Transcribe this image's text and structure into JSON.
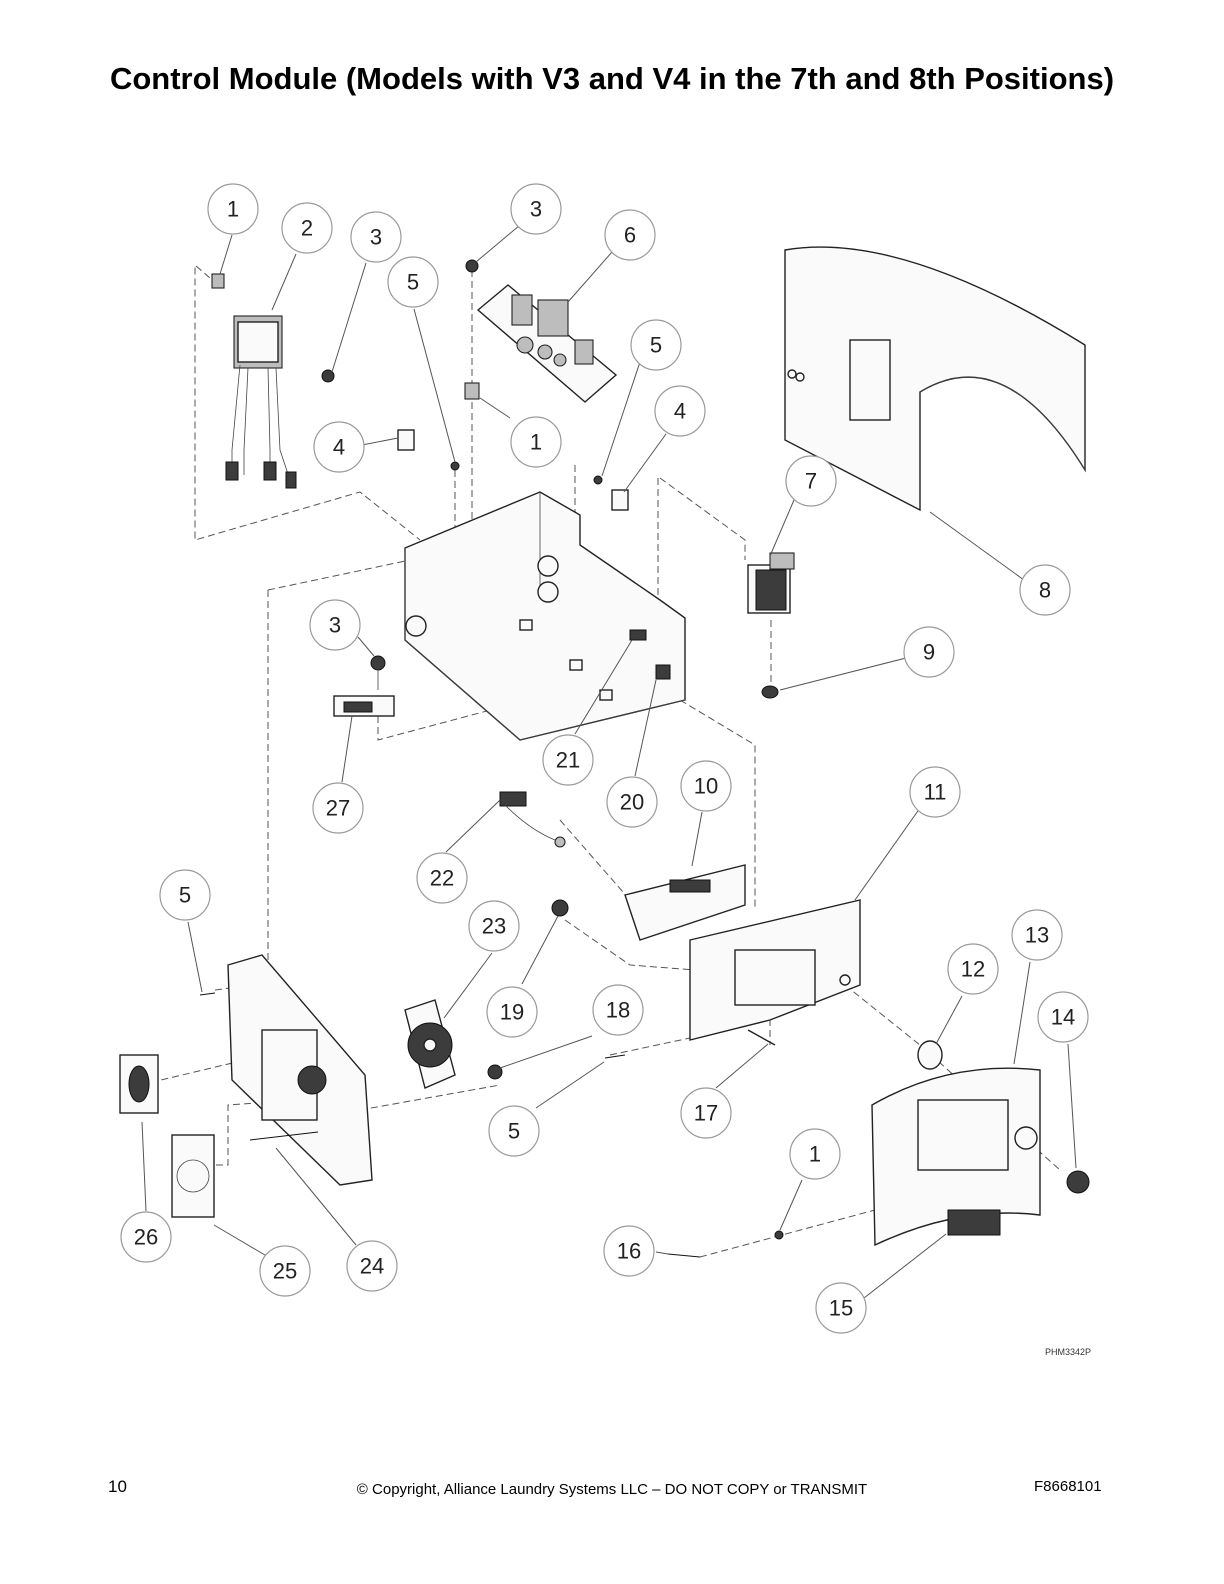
{
  "page": {
    "title": "Control Module (Models with V3 and V4 in the 7th and 8th Positions)",
    "figure_code": "PHM3342P",
    "footer": {
      "page_number": "10",
      "copyright": "© Copyright, Alliance Laundry Systems LLC – DO NOT COPY or TRANSMIT",
      "doc_number": "F8668101"
    }
  },
  "callouts": [
    {
      "label": "1"
    },
    {
      "label": "2"
    },
    {
      "label": "3"
    },
    {
      "label": "3"
    },
    {
      "label": "6"
    },
    {
      "label": "5"
    },
    {
      "label": "5"
    },
    {
      "label": "1"
    },
    {
      "label": "4"
    },
    {
      "label": "4"
    },
    {
      "label": "7"
    },
    {
      "label": "8"
    },
    {
      "label": "3"
    },
    {
      "label": "9"
    },
    {
      "label": "21"
    },
    {
      "label": "20"
    },
    {
      "label": "10"
    },
    {
      "label": "11"
    },
    {
      "label": "27"
    },
    {
      "label": "22"
    },
    {
      "label": "5"
    },
    {
      "label": "23"
    },
    {
      "label": "19"
    },
    {
      "label": "18"
    },
    {
      "label": "13"
    },
    {
      "label": "12"
    },
    {
      "label": "14"
    },
    {
      "label": "17"
    },
    {
      "label": "5"
    },
    {
      "label": "1"
    },
    {
      "label": "26"
    },
    {
      "label": "16"
    },
    {
      "label": "25"
    },
    {
      "label": "24"
    },
    {
      "label": "15"
    }
  ]
}
